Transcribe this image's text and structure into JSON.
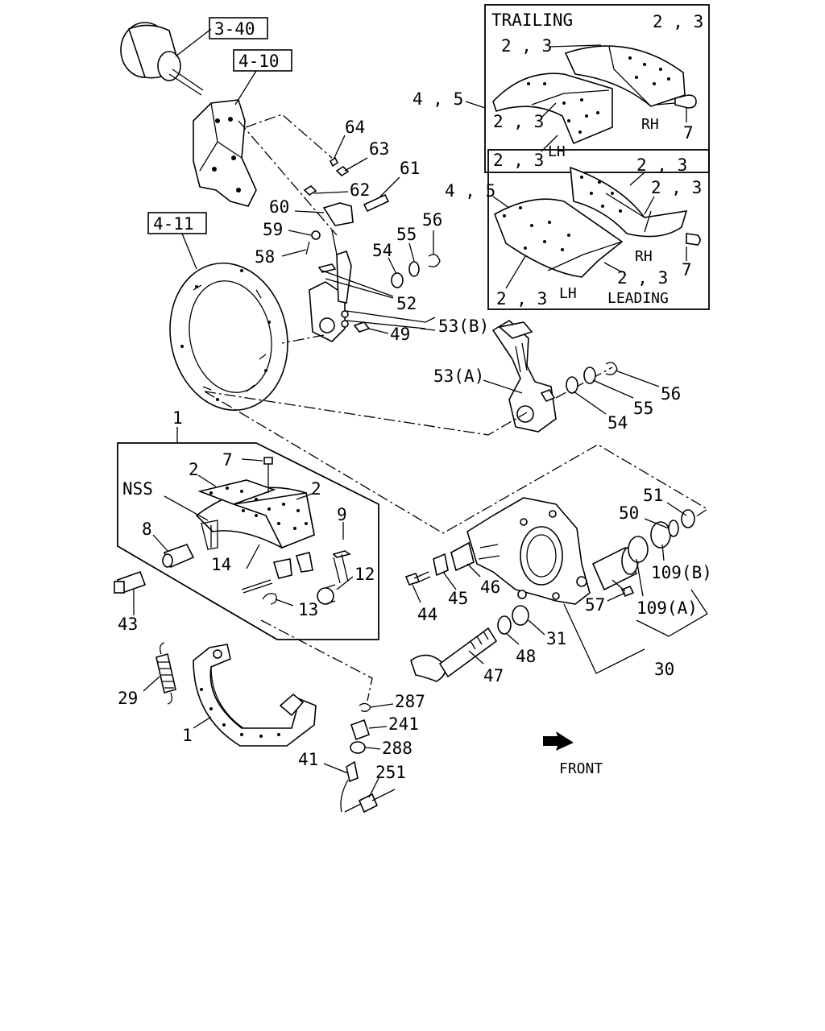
{
  "labels": {
    "ref_3_40": "3-40",
    "ref_4_10": "4-10",
    "ref_4_11": "4-11",
    "trailing": "TRAILING",
    "leading": "LEADING",
    "rh": "RH",
    "lh": "LH",
    "nss": "NSS",
    "front": "FRONT",
    "p23": "2 , 3",
    "p45": "4 , 5",
    "p1": "1",
    "p2": "2",
    "p7": "7",
    "p8": "8",
    "p9": "9",
    "p12": "12",
    "p13": "13",
    "p14": "14",
    "p29": "29",
    "p30": "30",
    "p31": "31",
    "p41": "41",
    "p43": "43",
    "p44": "44",
    "p45s": "45",
    "p46": "46",
    "p47": "47",
    "p48": "48",
    "p49": "49",
    "p50": "50",
    "p51": "51",
    "p52": "52",
    "p53a": "53(A)",
    "p53b": "53(B)",
    "p54": "54",
    "p55": "55",
    "p56": "56",
    "p57": "57",
    "p58": "58",
    "p59": "59",
    "p60": "60",
    "p61": "61",
    "p62": "62",
    "p63": "63",
    "p64": "64",
    "p109a": "109(A)",
    "p109b": "109(B)",
    "p241": "241",
    "p251": "251",
    "p287": "287",
    "p288": "288"
  },
  "icons": {
    "front_arrow": "front-arrow-icon"
  }
}
